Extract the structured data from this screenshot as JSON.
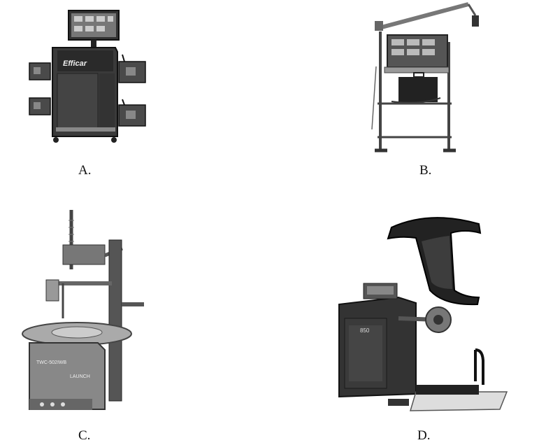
{
  "options": [
    {
      "label": "A."
    },
    {
      "label": "B."
    },
    {
      "label": "C."
    },
    {
      "label": "D."
    }
  ],
  "logos": {
    "a_brand": "Efficar",
    "c_model": "TWC-502IWB",
    "c_brand": "LAUNCH",
    "d_model": "850"
  }
}
